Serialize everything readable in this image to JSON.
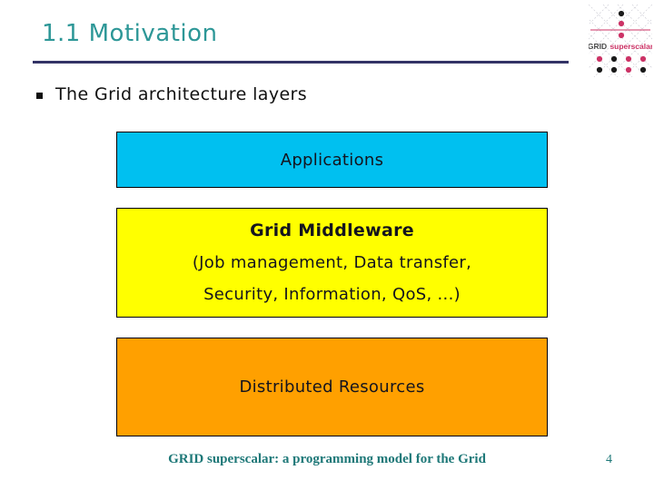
{
  "header": {
    "title": "1.1 Motivation"
  },
  "logo": {
    "grid": "GRID",
    "superscalar": "superscalar"
  },
  "bullet": {
    "text": "The Grid architecture layers"
  },
  "diagram": {
    "applications": {
      "label": "Applications",
      "fill": "#00c0f0"
    },
    "middleware": {
      "title": "Grid Middleware",
      "line2": "(Job management, Data transfer,",
      "line3": "Security, Information, QoS, ...)",
      "fill": "#ffff00"
    },
    "resources": {
      "label": "Distributed Resources",
      "fill": "#ffa000"
    }
  },
  "footer": {
    "text": "GRID superscalar: a programming model for the Grid",
    "page_number": "4"
  },
  "colors": {
    "title_teal": "#2d9797",
    "rule_navy": "#333366",
    "box_border": "#000000",
    "box_text": "#14141e",
    "footer_teal": "#1e7878",
    "logo_crimson": "#cc3366",
    "logo_gray": "#4a4a4a"
  }
}
